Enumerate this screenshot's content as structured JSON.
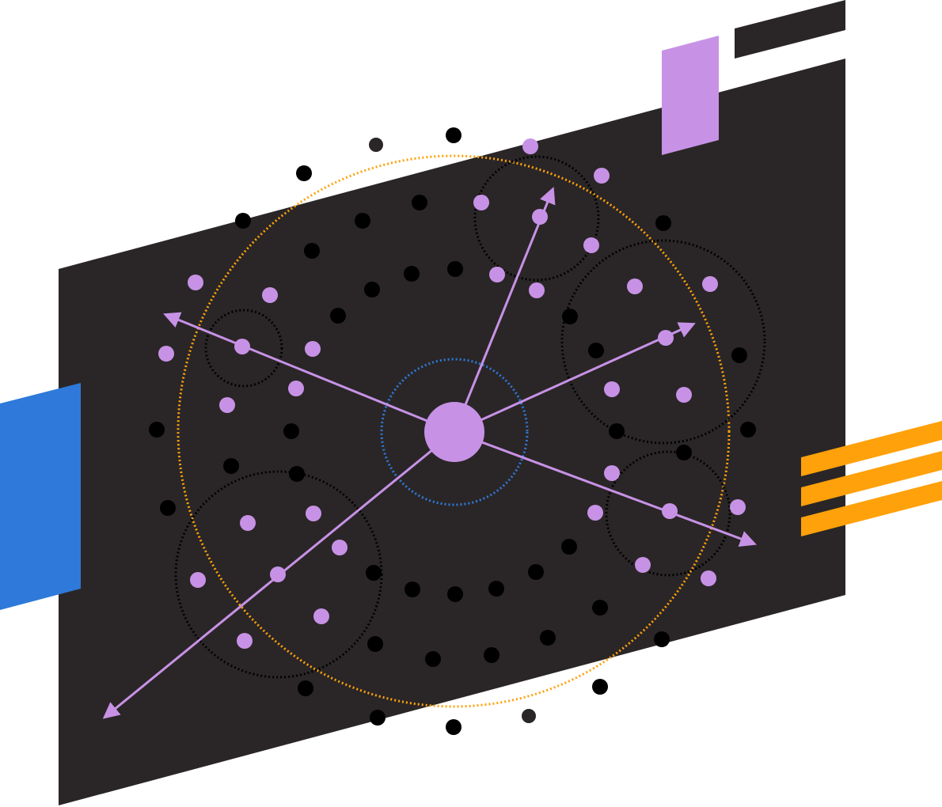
{
  "colors": {
    "background": "#ffffff",
    "panel": "#2a2627",
    "dot_dark": "#000000",
    "dot_light": "#c792e6",
    "accent_purple": "#c792e6",
    "accent_blue": "#2e79d9",
    "accent_orange": "#ffa10a",
    "ring_orange": "#ffa10a",
    "ring_blue": "#2e79d9"
  },
  "illustration": {
    "hub_count": 1,
    "spoke_count": 5,
    "cluster_ring_count": 5,
    "orange_stripe_count": 3,
    "icon_names": [
      "hub-node-icon",
      "arrow-icon",
      "dot-icon"
    ]
  }
}
